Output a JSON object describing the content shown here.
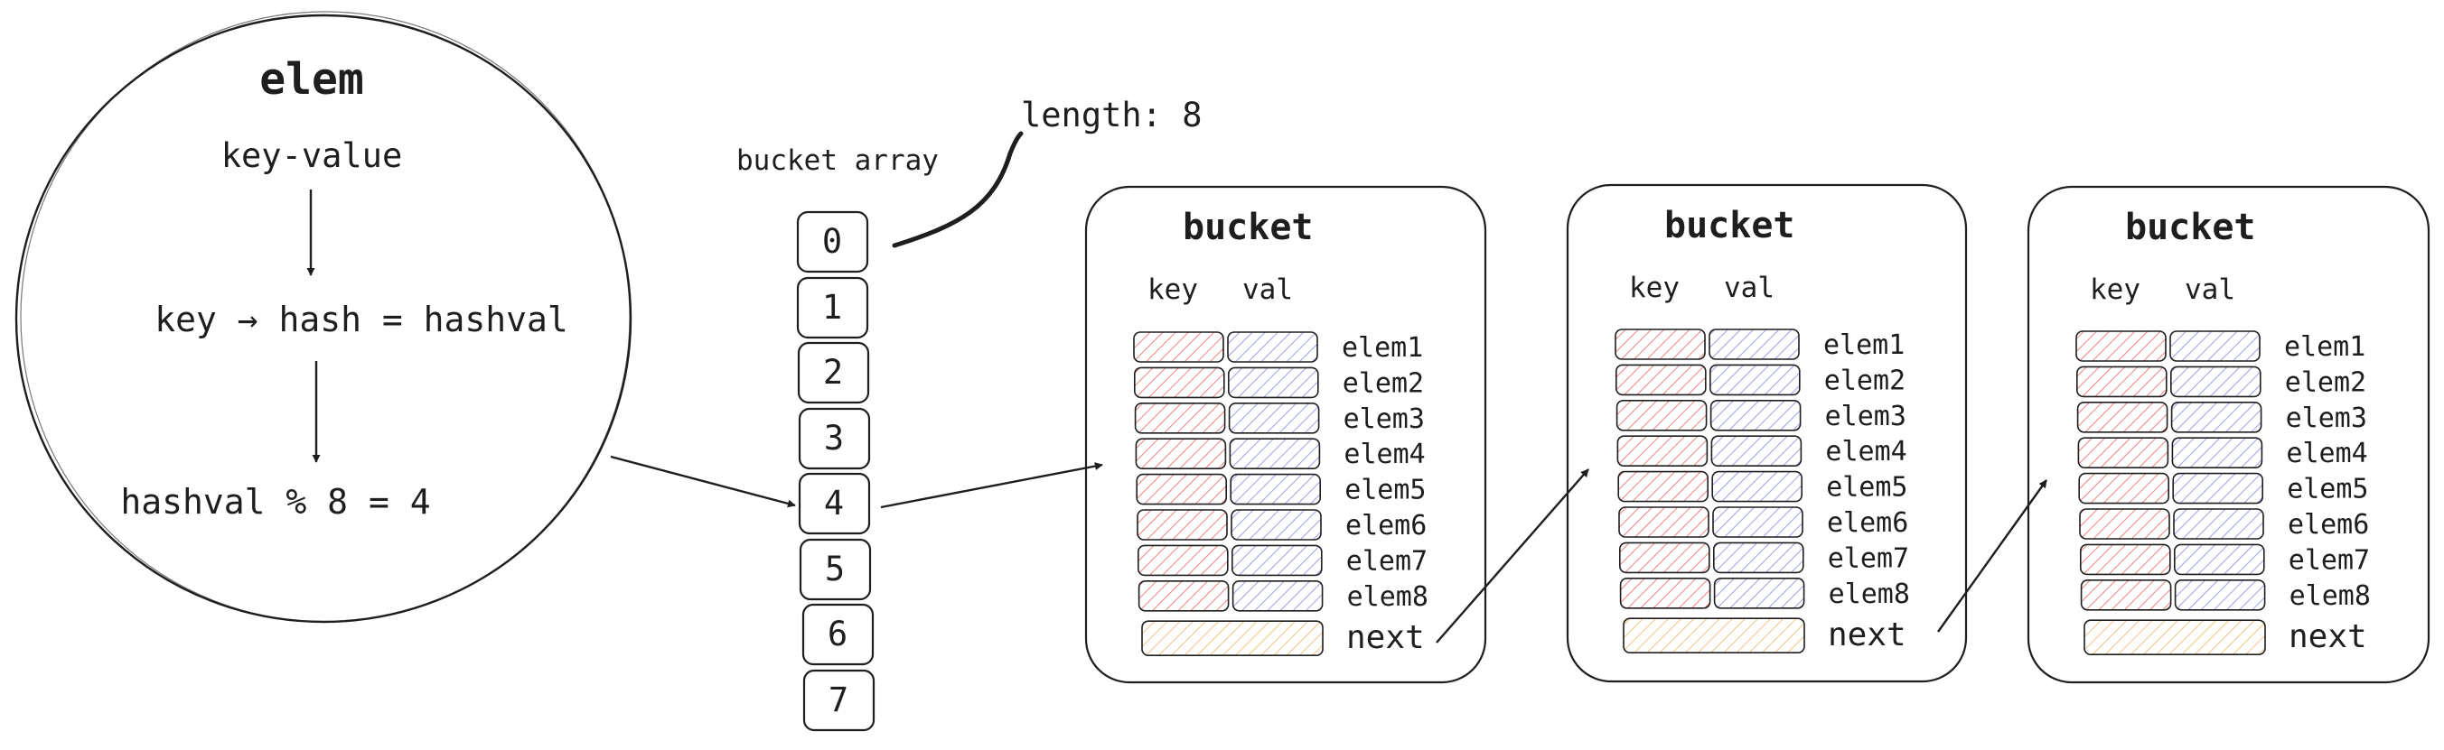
{
  "elem_circle": {
    "title": "elem",
    "line1": "key-value",
    "line2": "key → hash = hashval",
    "line3": "hashval % 8 = 4"
  },
  "bucket_array": {
    "label": "bucket array",
    "length_label": "length: 8",
    "indices": [
      "0",
      "1",
      "2",
      "3",
      "4",
      "5",
      "6",
      "7"
    ]
  },
  "buckets": [
    {
      "title": "bucket",
      "key_header": "key",
      "val_header": "val",
      "elems": [
        "elem1",
        "elem2",
        "elem3",
        "elem4",
        "elem5",
        "elem6",
        "elem7",
        "elem8"
      ],
      "next_label": "next"
    },
    {
      "title": "bucket",
      "key_header": "key",
      "val_header": "val",
      "elems": [
        "elem1",
        "elem2",
        "elem3",
        "elem4",
        "elem5",
        "elem6",
        "elem7",
        "elem8"
      ],
      "next_label": "next"
    },
    {
      "title": "bucket",
      "key_header": "key",
      "val_header": "val",
      "elems": [
        "elem1",
        "elem2",
        "elem3",
        "elem4",
        "elem5",
        "elem6",
        "elem7",
        "elem8"
      ],
      "next_label": "next"
    }
  ],
  "colors": {
    "stroke": "#1e1e1e",
    "key_hatch": "#e03131",
    "val_hatch": "#5c5fd6",
    "next_hatch": "#e8a33a"
  }
}
